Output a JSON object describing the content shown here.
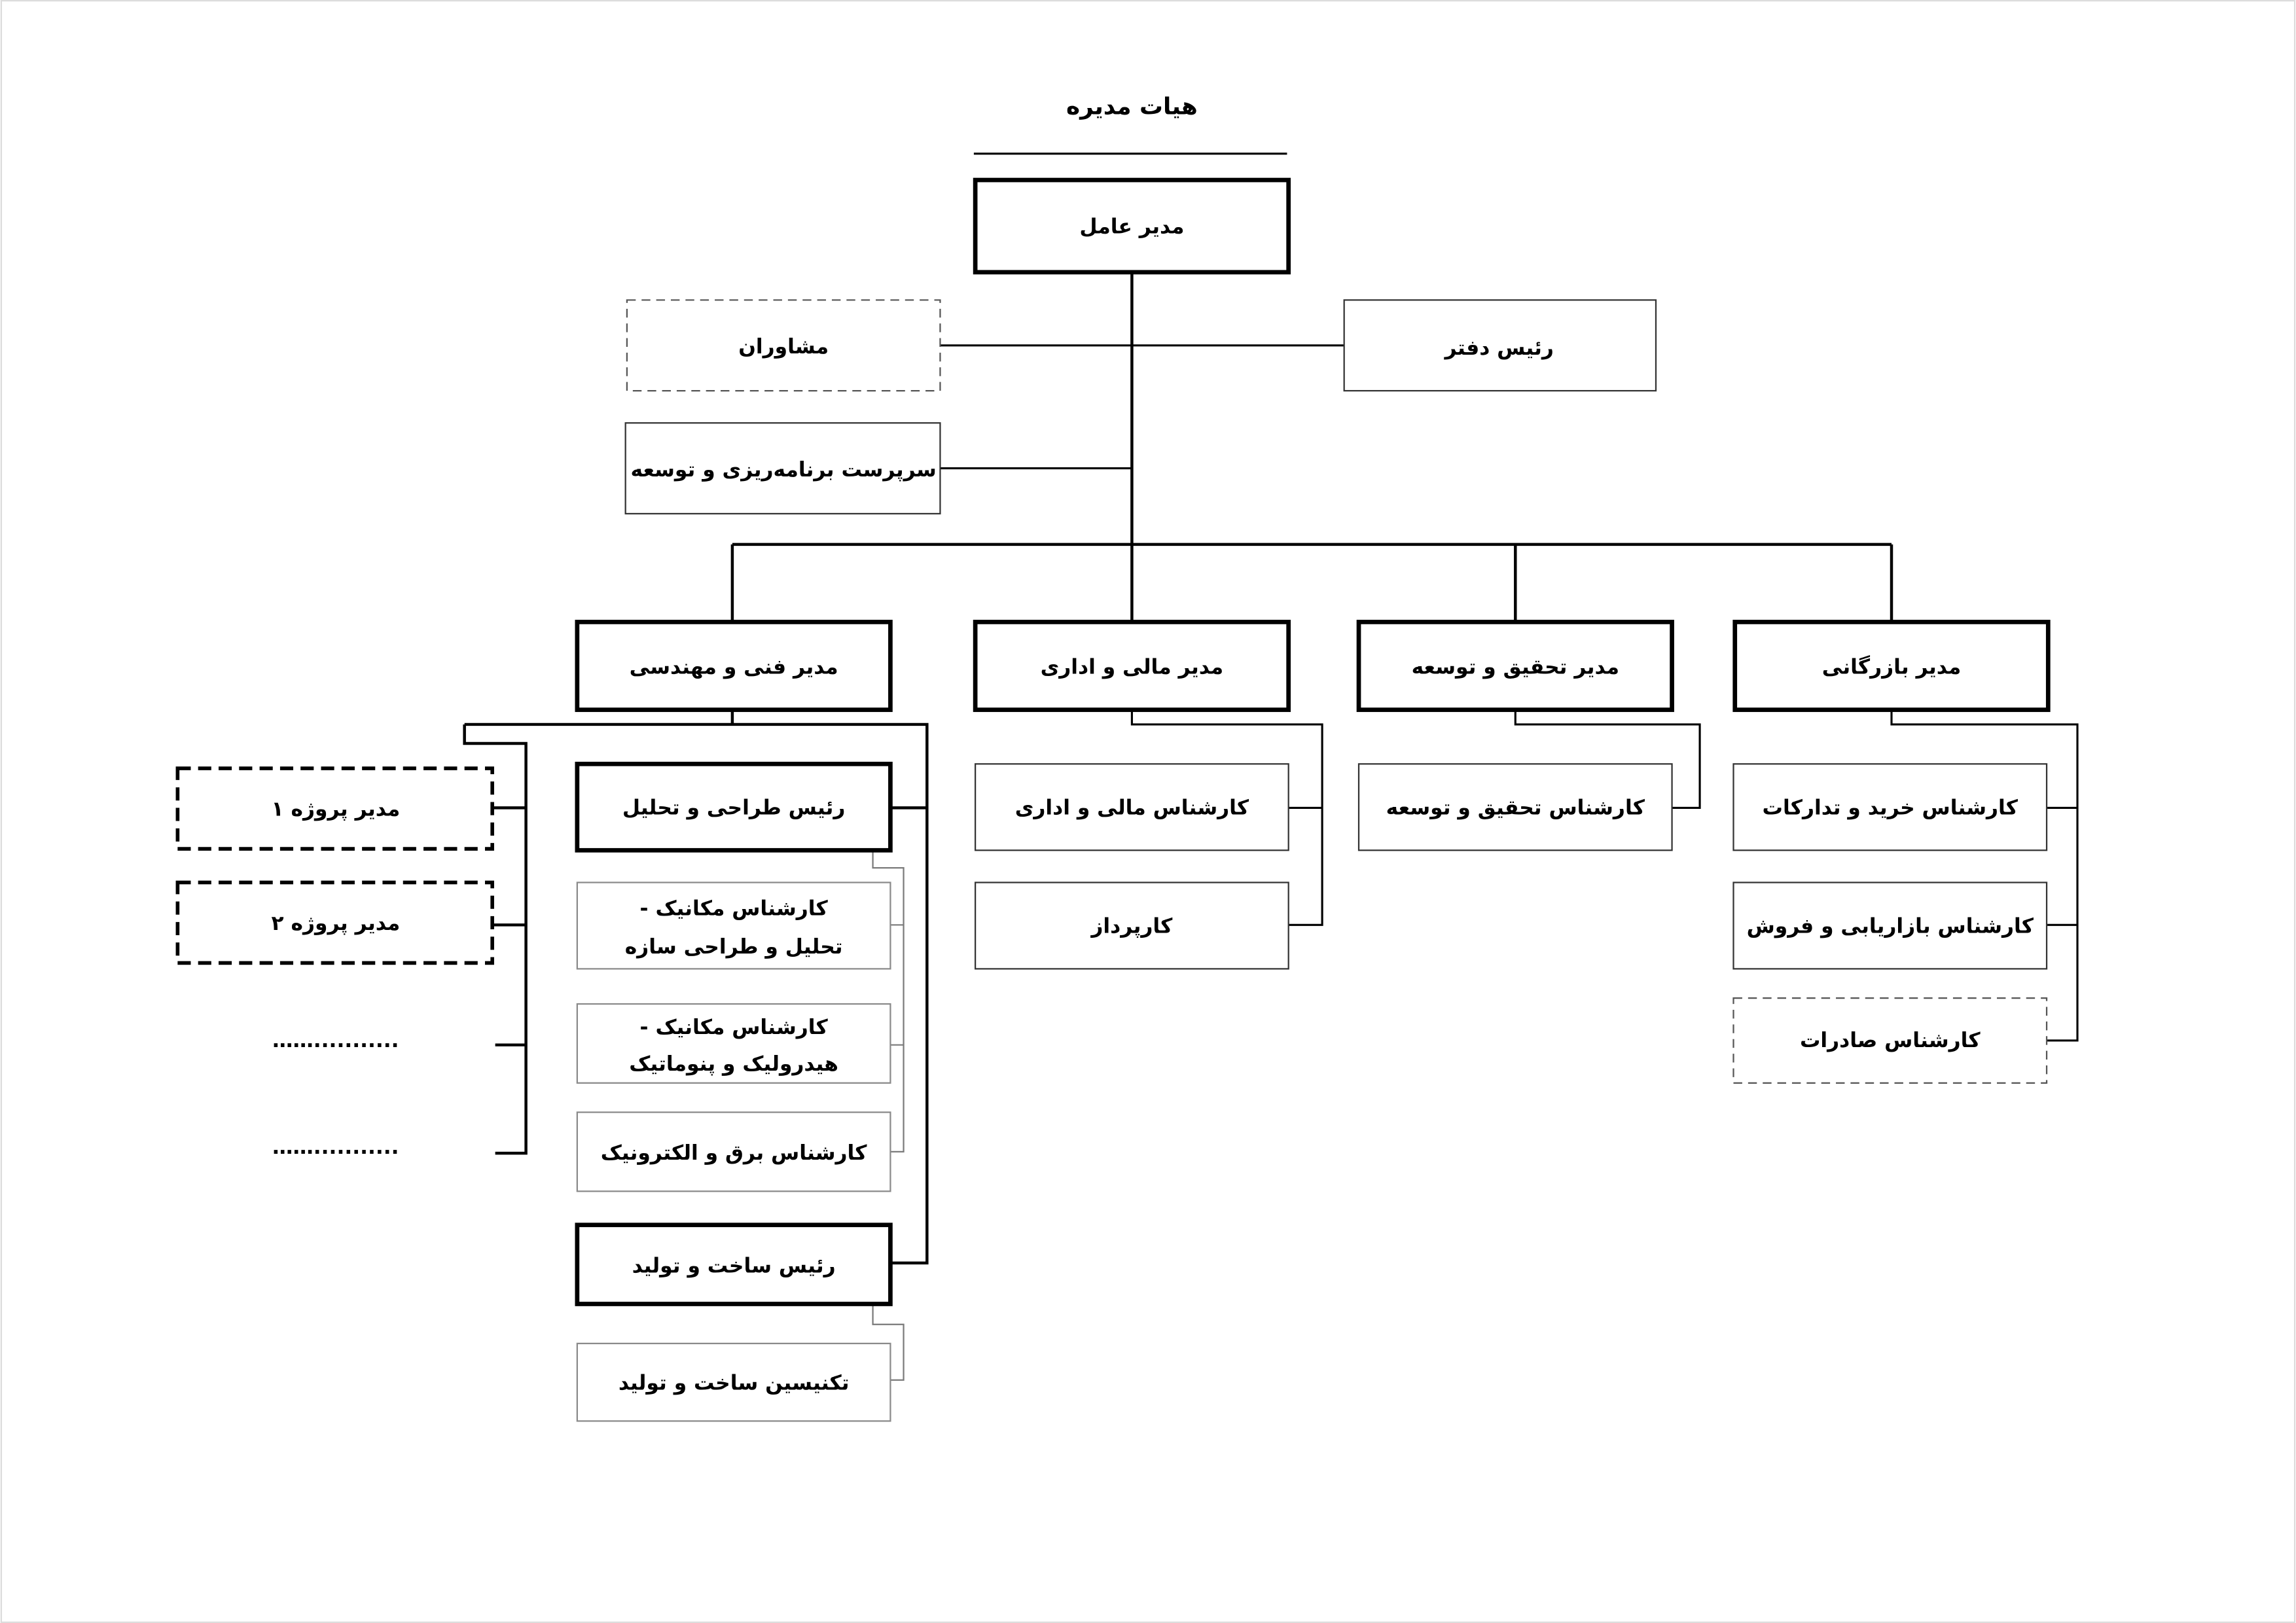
{
  "board": {
    "title": "هیات مدیره"
  },
  "ceo": {
    "label": "مدیر عامل"
  },
  "staff": {
    "advisors": "مشاوران",
    "office_head": "رئیس دفتر",
    "planning_supervisor": "سرپرست برنامه‌ریزی و توسعه"
  },
  "departments": {
    "technical": {
      "manager": "مدیر فنی و مهندسی",
      "design_head": "رئیس طراحی و تحلیل",
      "design_staff": [
        {
          "line1": "کارشناس مکانیک -",
          "line2": "تحلیل و طراحی سازه"
        },
        {
          "line1": "کارشناس مکانیک -",
          "line2": "هیدرولیک و پنوماتیک"
        },
        {
          "line1": "کارشناس برق و الکترونیک"
        }
      ],
      "production_head": "رئیس ساخت و تولید",
      "production_staff": [
        "تکنیسین ساخت و تولید"
      ],
      "project_managers": [
        "مدیر پروژه ۱",
        "مدیر پروژه ۲",
        "……...........",
        "……..........."
      ]
    },
    "finance": {
      "manager": "مدیر مالی و اداری",
      "staff": [
        "کارشناس مالی و اداری",
        "کارپرداز"
      ]
    },
    "rnd": {
      "manager": "مدیر تحقیق و توسعه",
      "staff": [
        "کارشناس تحقیق و توسعه"
      ]
    },
    "commercial": {
      "manager": "مدیر بازرگانی",
      "staff": [
        "کارشناس خرید و تدارکات",
        "کارشناس بازاریابی و فروش",
        "کارشناس صادرات"
      ]
    }
  }
}
